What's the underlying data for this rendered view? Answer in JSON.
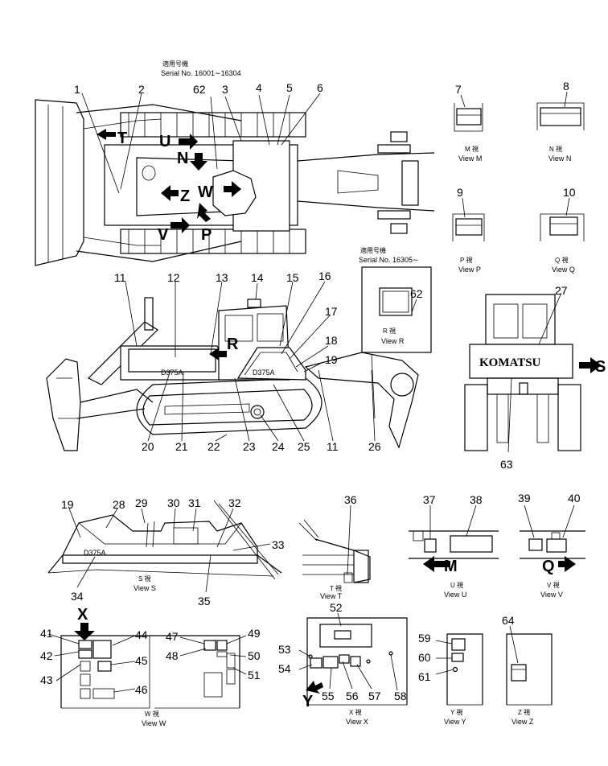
{
  "serial_top": {
    "jp": "適用号機",
    "text": "Serial  No.  16001∼16304"
  },
  "serial_mid": {
    "jp": "適用号機",
    "text": "Serial  No.  16305∼"
  },
  "brand": "KOMATSU",
  "machine_model": "D375A",
  "view_letters": {
    "T": "T",
    "U": "U",
    "N": "N",
    "Z": "Z",
    "W": "W",
    "V": "V",
    "P": "P",
    "R": "R",
    "S": "S",
    "M": "M",
    "Q": "Q",
    "X": "X",
    "Y": "Y"
  },
  "views": {
    "M": {
      "jp": "M  視",
      "label": "View  M"
    },
    "N": {
      "jp": "N  視",
      "label": "View  N"
    },
    "P": {
      "jp": "P  視",
      "label": "View  P"
    },
    "Q": {
      "jp": "Q  視",
      "label": "View  Q"
    },
    "R": {
      "jp": "R  視",
      "label": "View  R"
    },
    "S": {
      "jp": "S  視",
      "label": "View  S"
    },
    "T": {
      "jp": "T  視",
      "label": "View  T"
    },
    "U": {
      "jp": "U  視",
      "label": "View  U"
    },
    "V": {
      "jp": "V  視",
      "label": "View  V"
    },
    "W": {
      "jp": "W  視",
      "label": "View  W"
    },
    "X": {
      "jp": "X  視",
      "label": "View  X"
    },
    "Y": {
      "jp": "Y  視",
      "label": "View  Y"
    },
    "Z": {
      "jp": "Z  視",
      "label": "View  Z"
    }
  },
  "callouts": {
    "n1": "1",
    "n2": "2",
    "n3": "3",
    "n4": "4",
    "n5": "5",
    "n6": "6",
    "n7": "7",
    "n8": "8",
    "n9": "9",
    "n10": "10",
    "n11a": "11",
    "n11b": "11",
    "n12": "12",
    "n13": "13",
    "n14": "14",
    "n15": "15",
    "n16": "16",
    "n17": "17",
    "n18": "18",
    "n19a": "19",
    "n19b": "19",
    "n20": "20",
    "n21": "21",
    "n22": "22",
    "n23": "23",
    "n24": "24",
    "n25": "25",
    "n26": "26",
    "n27": "27",
    "n28": "28",
    "n29": "29",
    "n30": "30",
    "n31": "31",
    "n32": "32",
    "n33": "33",
    "n34": "34",
    "n35": "35",
    "n36": "36",
    "n37": "37",
    "n38": "38",
    "n39": "39",
    "n40": "40",
    "n41": "41",
    "n42": "42",
    "n43": "43",
    "n44": "44",
    "n45": "45",
    "n46": "46",
    "n47": "47",
    "n48": "48",
    "n49": "49",
    "n50": "50",
    "n51": "51",
    "n52": "52",
    "n53": "53",
    "n54": "54",
    "n55": "55",
    "n56": "56",
    "n57": "57",
    "n58": "58",
    "n59": "59",
    "n60": "60",
    "n61": "61",
    "n62a": "62",
    "n62b": "62",
    "n63": "63",
    "n64": "64"
  }
}
